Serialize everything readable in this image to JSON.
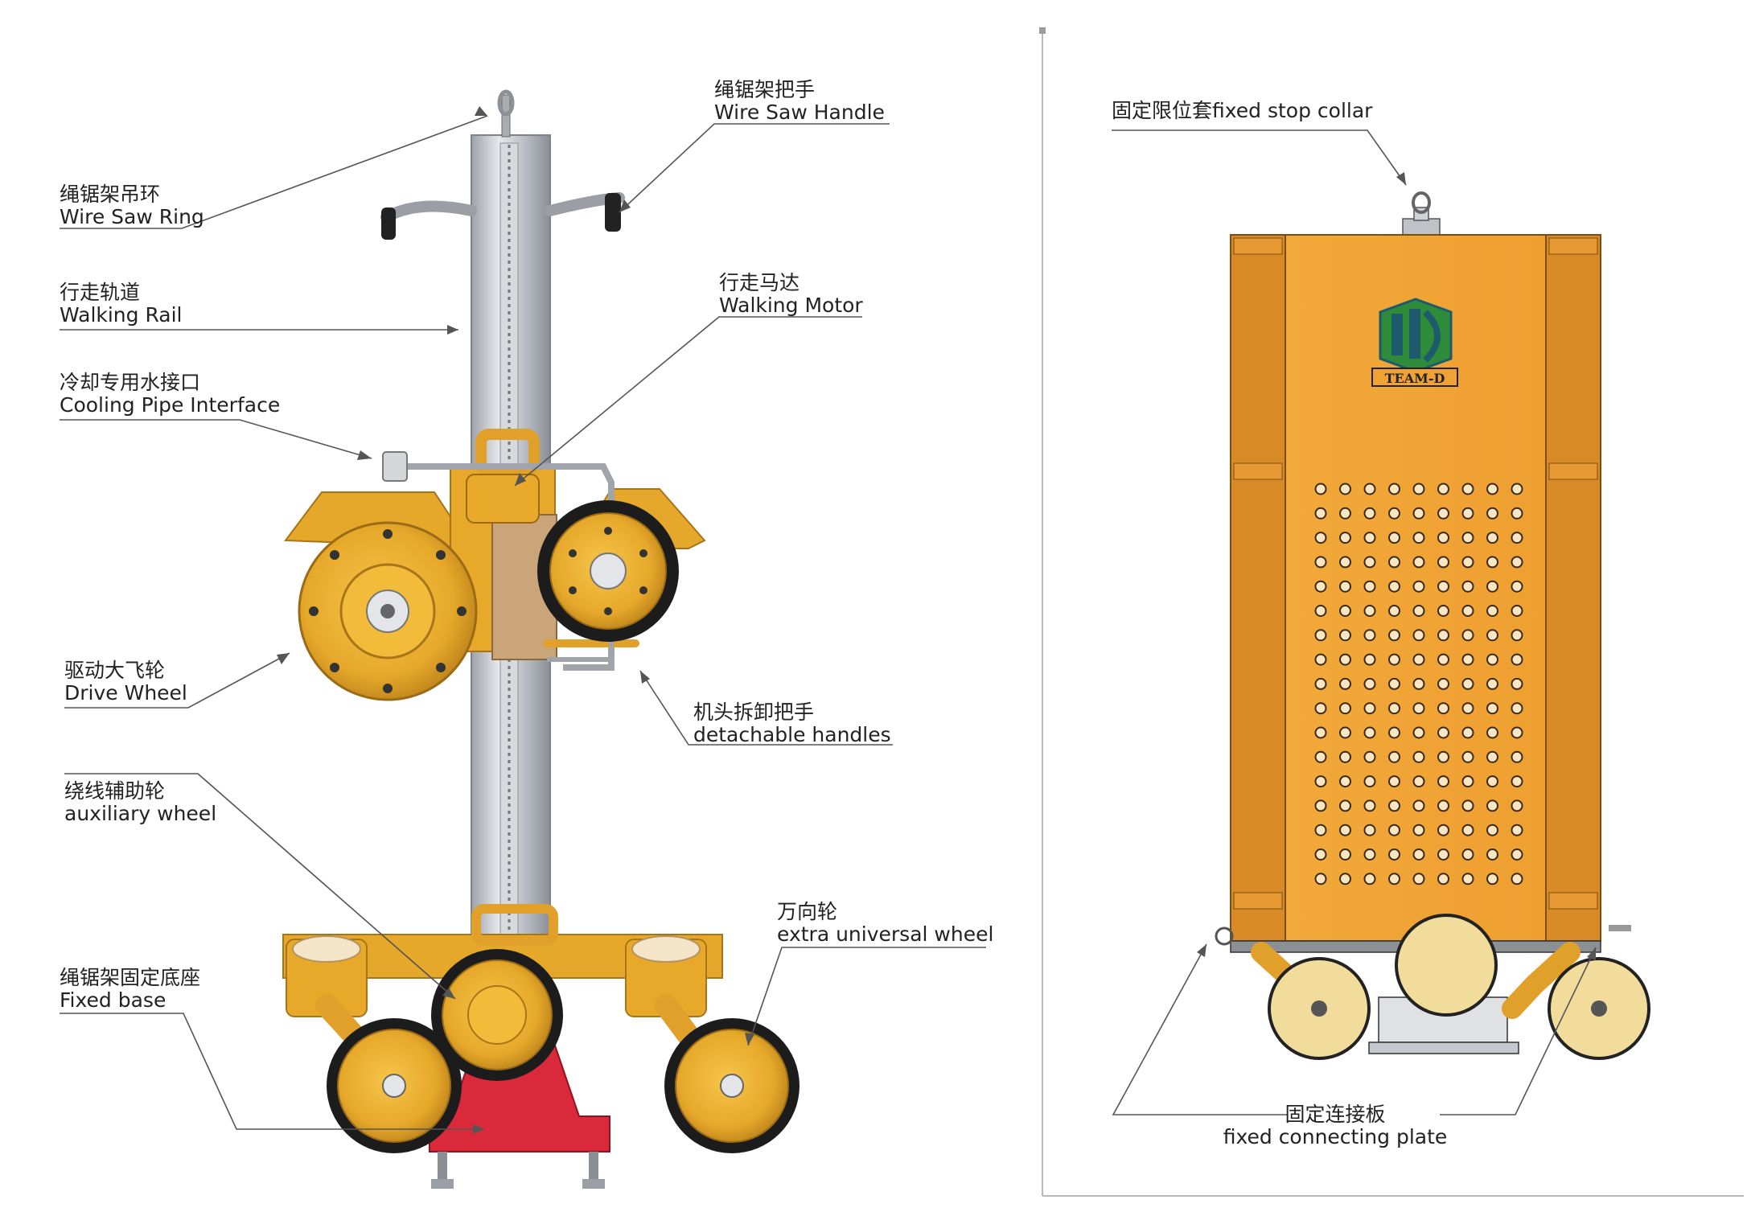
{
  "left_labels": {
    "ring": {
      "cn": "绳锯架吊环",
      "en": "Wire Saw Ring"
    },
    "handle": {
      "cn": "绳锯架把手",
      "en": "Wire Saw Handle"
    },
    "rail": {
      "cn": "行走轨道",
      "en": "Walking Rail"
    },
    "motor": {
      "cn": "行走马达",
      "en": "Walking Motor"
    },
    "cooling": {
      "cn": "冷却专用水接口",
      "en": "Cooling Pipe Interface"
    },
    "drive": {
      "cn": "驱动大飞轮",
      "en": "Drive Wheel"
    },
    "detach": {
      "cn": "机头拆卸把手",
      "en": "detachable handles"
    },
    "aux": {
      "cn": "绕线辅助轮",
      "en": "auxiliary wheel"
    },
    "universal": {
      "cn": "万向轮",
      "en": "extra universal wheel"
    },
    "base": {
      "cn": "绳锯架固定底座",
      "en": "Fixed base"
    }
  },
  "right_labels": {
    "collar": {
      "text": "固定限位套fixed stop collar"
    },
    "plate": {
      "cn": "固定连接板",
      "en": "fixed connecting plate"
    }
  },
  "logo": {
    "text": "TEAM-D"
  },
  "colors": {
    "machine_yellow": "#E8A92A",
    "machine_dark": "#C7861A",
    "cabinet_orange": "#F0A334",
    "cabinet_side": "#D88A26",
    "frame_red": "#D9293A",
    "rail_silver": "#C9CCD1",
    "wheel_black": "#1c1c1c",
    "line_gray": "#555555",
    "logo_green": "#2E8B3A",
    "logo_dark": "#1d5a6b"
  }
}
